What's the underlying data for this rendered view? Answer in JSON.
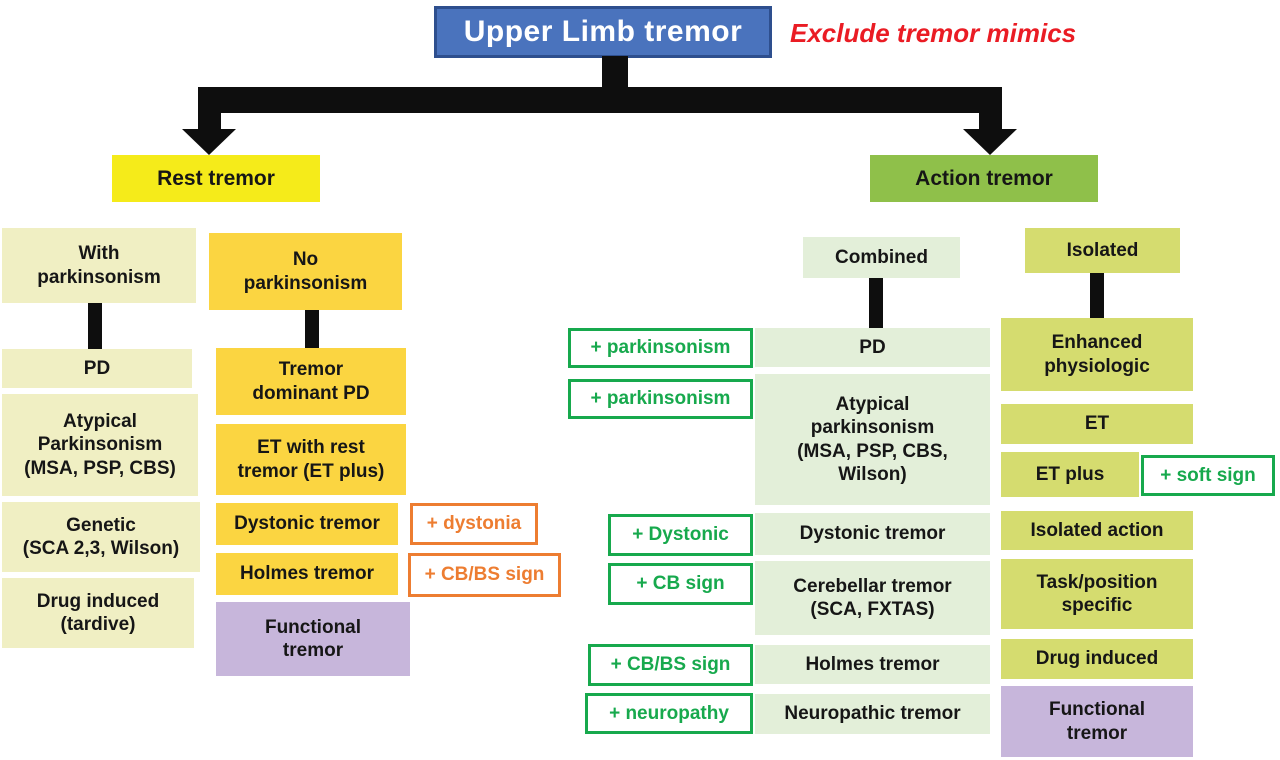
{
  "root": {
    "title": "Upper Limb tremor",
    "warning": "Exclude tremor mimics"
  },
  "rest": {
    "label": "Rest tremor",
    "with_parkinsonism": {
      "header": "With\nparkinsonism",
      "items": [
        "PD",
        "Atypical\nParkinsonism\n(MSA, PSP, CBS)",
        "Genetic\n(SCA 2,3, Wilson)",
        "Drug induced\n(tardive)"
      ]
    },
    "no_parkinsonism": {
      "header": "No\nparkinsonism",
      "items": [
        "Tremor\ndominant PD",
        "ET with rest\ntremor (ET plus)",
        "Dystonic tremor",
        "Holmes tremor",
        "Functional\ntremor"
      ],
      "annotations": [
        "+ dystonia",
        "+ CB/BS sign"
      ]
    }
  },
  "action": {
    "label": "Action tremor",
    "combined": {
      "header": "Combined",
      "rows": [
        {
          "sign": "+ parkinsonism",
          "diagnosis": "PD"
        },
        {
          "sign": "+ parkinsonism",
          "diagnosis": "Atypical\nparkinsonism\n(MSA, PSP, CBS,\nWilson)"
        },
        {
          "sign": "+ Dystonic",
          "diagnosis": "Dystonic tremor"
        },
        {
          "sign": "+ CB sign",
          "diagnosis": "Cerebellar tremor\n(SCA, FXTAS)"
        },
        {
          "sign": "+ CB/BS sign",
          "diagnosis": "Holmes tremor"
        },
        {
          "sign": "+ neuropathy",
          "diagnosis": "Neuropathic tremor"
        }
      ]
    },
    "isolated": {
      "header": "Isolated",
      "items": [
        "Enhanced\nphysiologic",
        "ET",
        "ET plus",
        "Isolated action",
        "Task/position\nspecific",
        "Drug induced",
        "Functional\ntremor"
      ],
      "soft_sign": "+ soft sign"
    }
  },
  "colors": {
    "title_fill": "#4a73bd",
    "title_border": "#2e4f8e",
    "warning_red": "#ea1c24",
    "rest_yellow": "#f5eb1a",
    "action_green": "#8fc04a",
    "pale_yellow": "#f0efc3",
    "gold_yellow": "#fbd541",
    "purple": "#c7b6db",
    "pale_green": "#e3efd9",
    "yellow_green": "#d5dc6f",
    "sign_green": "#17a94d",
    "sign_orange": "#ed7d31",
    "connector_black": "#0e0e0e"
  }
}
